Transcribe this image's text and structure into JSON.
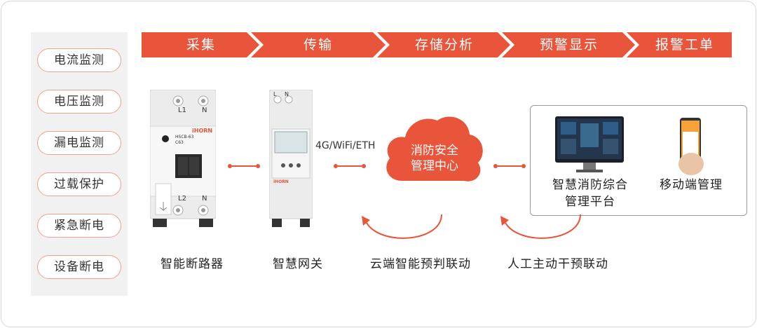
{
  "side_items": [
    "电流监测",
    "电压监测",
    "漏电监测",
    "过载保护",
    "紧急断电",
    "设备断电"
  ],
  "flow_steps": [
    "采集",
    "传输",
    "存储分析",
    "预警显示",
    "报警工单"
  ],
  "devices": {
    "breaker_caption": "智能断路器",
    "gateway_caption": "智慧网关",
    "link_label": "4G/WiFi/ETH",
    "cloud_label_1": "消防安全",
    "cloud_label_2": "管理中心"
  },
  "breaker_text": {
    "terminal_l1": "L1",
    "terminal_n_top": "N",
    "terminal_l2": "L2",
    "terminal_n_bottom": "N",
    "brand": "iHORN",
    "model": "HSCB-63",
    "rating": "C63"
  },
  "gateway_text": {
    "brand": "iHORN",
    "terminal_l": "L",
    "terminal_n": "N"
  },
  "linkage": {
    "cloud_linkage": "云端智能预判联动",
    "manual_linkage": "人工主动干预联动"
  },
  "platform": {
    "pc_caption_1": "智慧消防综合",
    "pc_caption_2": "管理平台",
    "mobile_caption": "移动端管理"
  },
  "colors": {
    "accent": "#e8553a",
    "pill_border": "#f1a08d",
    "panel_bg": "#f1f1f1"
  }
}
